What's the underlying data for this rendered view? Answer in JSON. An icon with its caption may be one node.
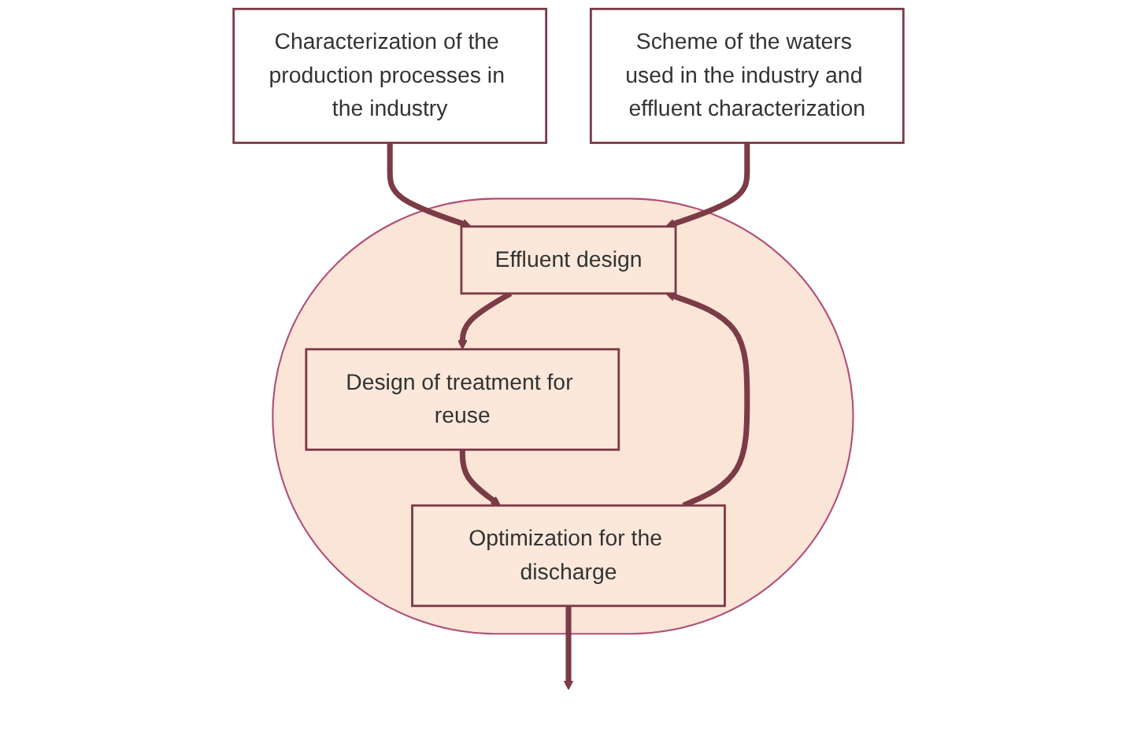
{
  "diagram": {
    "nodes": [
      {
        "text": [
          "Characterization of the production processes in the industry"
        ]
      },
      {
        "text": [
          "Scheme of the waters used in the industry and effluent characterization"
        ]
      },
      {
        "text": [],
        "shape": "ellipse"
      },
      {
        "text": [
          "Effluent design"
        ],
        "in": 2
      },
      {
        "text": [
          "Design of treatment for reuse"
        ],
        "in": 2
      },
      {
        "text": [
          "Optimization for the discharge"
        ],
        "in": 2
      }
    ],
    "edges": [
      {
        "from": 0,
        "to": 3,
        "arrow": "to"
      },
      {
        "from": 1,
        "to": 3,
        "arrow": "to"
      },
      {
        "from": 3,
        "to": 4,
        "arrow": "to"
      },
      {
        "from": 4,
        "to": 5,
        "arrow": "to"
      },
      {
        "from": 5,
        "to": 3,
        "arrow": "to"
      },
      {
        "from": 5,
        "to": null,
        "arrow": "to"
      }
    ]
  }
}
